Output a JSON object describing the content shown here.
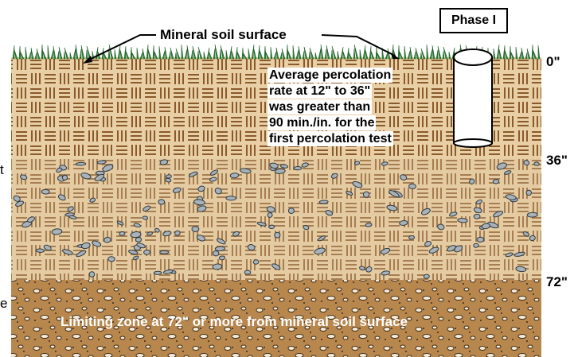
{
  "phase_label": "Phase I",
  "surface_label": "Mineral soil surface",
  "note_lines": [
    "Average percolation",
    "rate at 12\" to 36\"",
    "was greater than",
    "90 min./in. for the",
    "first percolation test"
  ],
  "depth_labels": [
    "0\"",
    "36\"",
    "72\""
  ],
  "limiting_zone_label": "Limiting zone at 72\" or more from mineral soil surface",
  "edge_fragments": [
    "t",
    "e"
  ],
  "colors": {
    "grass": "#2e8b3a",
    "topsoil": "#e8cfa6",
    "topsoil_marks": "#8a5a2b",
    "gravel_soil": "#dcc39a",
    "stone": "#a9b2b8",
    "limiting_zone": "#b8874e",
    "limiting_text": "#ffffff",
    "pipe": "#ffffff"
  }
}
